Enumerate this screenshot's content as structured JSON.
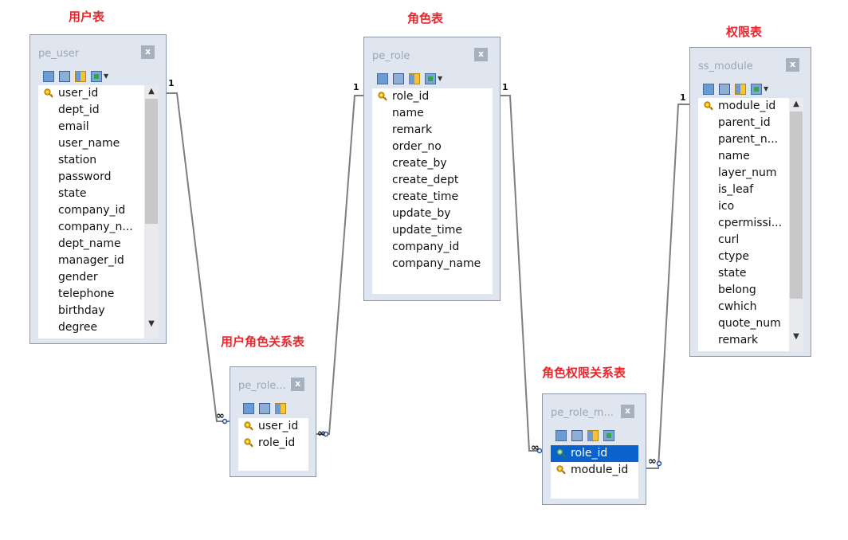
{
  "captions": {
    "user_table": "用户表",
    "role_table": "角色表",
    "module_table": "权限表",
    "user_role_table": "用户角色关系表",
    "role_module_table": "角色权限关系表"
  },
  "close_glyph": "x",
  "tables": {
    "pe_user": {
      "title": "pe_user",
      "fields": [
        "user_id",
        "dept_id",
        "email",
        "user_name",
        "station",
        "password",
        "state",
        "company_id",
        "company_n...",
        "dept_name",
        "manager_id",
        "gender",
        "telephone",
        "birthday",
        "degree"
      ]
    },
    "pe_role": {
      "title": "pe_role",
      "fields": [
        "role_id",
        "name",
        "remark",
        "order_no",
        "create_by",
        "create_dept",
        "create_time",
        "update_by",
        "update_time",
        "company_id",
        "company_name"
      ]
    },
    "ss_module": {
      "title": "ss_module",
      "fields": [
        "module_id",
        "parent_id",
        "parent_n...",
        "name",
        "layer_num",
        "is_leaf",
        "ico",
        "cpermissi...",
        "curl",
        "ctype",
        "state",
        "belong",
        "cwhich",
        "quote_num",
        "remark"
      ]
    },
    "pe_role_user": {
      "title": "pe_role...",
      "fields": [
        "user_id",
        "role_id"
      ]
    },
    "pe_role_module": {
      "title": "pe_role_m...",
      "fields": [
        "role_id",
        "module_id"
      ]
    }
  },
  "cardinality": {
    "one": "1",
    "many": "∞"
  },
  "colors": {
    "caption": "#e8262b",
    "selected_row": "#0a63cd",
    "connector": "#7f7f7f"
  },
  "icons": [
    "primary-key-icon",
    "add-column-icon",
    "table-view-icon",
    "table-key-icon",
    "table-import-icon",
    "dropdown-caret-icon",
    "close-icon",
    "scroll-up-icon",
    "scroll-down-icon"
  ]
}
